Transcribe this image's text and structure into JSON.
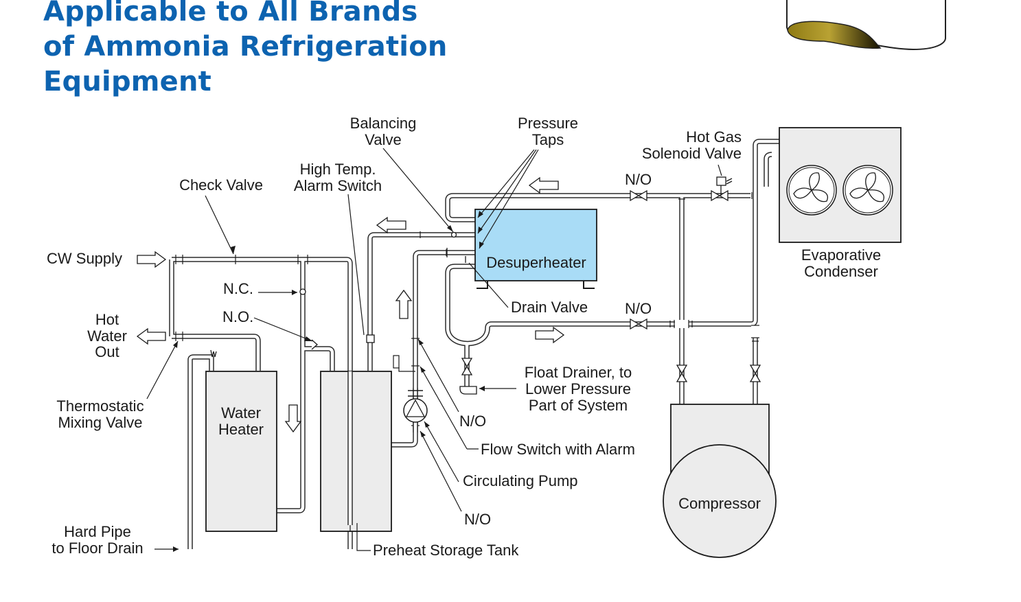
{
  "title": {
    "line1": "Applicable to All Brands",
    "line2": "of Ammonia Refrigeration",
    "line3": "Equipment"
  },
  "colors": {
    "title": "#0d63b0",
    "desuperheater_fill": "#a9dcf6",
    "equipment_fill": "#ececec",
    "fuel_gold": "#a8921f"
  },
  "components": {
    "desuperheater": "Desuperheater",
    "water_heater": [
      "Water",
      "Heater"
    ],
    "evaporative_condenser": [
      "Evaporative",
      "Condenser"
    ],
    "compressor": "Compressor"
  },
  "labels": {
    "balancing_valve": [
      "Balancing",
      "Valve"
    ],
    "pressure_taps": [
      "Pressure",
      "Taps"
    ],
    "hot_gas_solenoid": [
      "Hot Gas",
      "Solenoid Valve"
    ],
    "high_temp_alarm": [
      "High Temp.",
      "Alarm Switch"
    ],
    "check_valve": "Check Valve",
    "cw_supply": "CW Supply",
    "nc": "N.C.",
    "no_dot": "N.O.",
    "hot_water_out": [
      "Hot",
      "Water",
      "Out"
    ],
    "thermostatic_mixing_valve": [
      "Thermostatic",
      "Mixing Valve"
    ],
    "hard_pipe": [
      "Hard Pipe",
      "to Floor Drain"
    ],
    "drain_valve": "Drain Valve",
    "float_drainer": [
      "Float Drainer, to",
      "Lower Pressure",
      "Part of System"
    ],
    "flow_switch": "Flow Switch with Alarm",
    "circulating_pump": "Circulating Pump",
    "preheat_storage_tank": "Preheat Storage Tank",
    "n_o": "N/O"
  }
}
